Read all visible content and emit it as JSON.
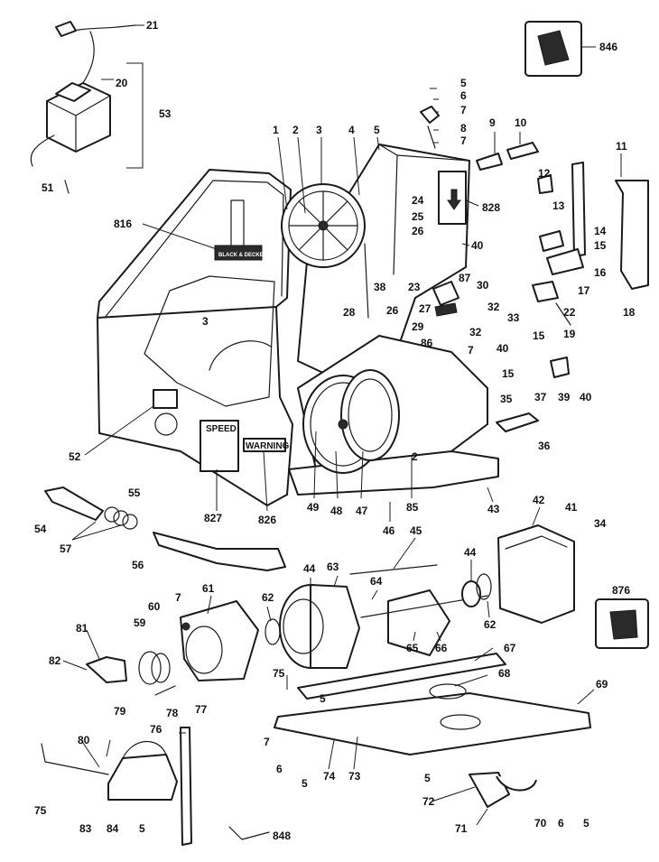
{
  "diagram": {
    "callouts": [
      "21",
      "20",
      "53",
      "51",
      "846",
      "5",
      "6",
      "7",
      "8",
      "7",
      "9",
      "10",
      "11",
      "12",
      "14",
      "13",
      "15",
      "16",
      "17",
      "18",
      "1",
      "2",
      "3",
      "4",
      "5",
      "816",
      "24",
      "25",
      "26",
      "828",
      "40",
      "38",
      "23",
      "28",
      "26",
      "87",
      "30",
      "27",
      "32",
      "29",
      "32",
      "33",
      "22",
      "15",
      "19",
      "86",
      "7",
      "40",
      "15",
      "3",
      "37",
      "39",
      "40",
      "35",
      "36",
      "52",
      "2",
      "827",
      "826",
      "49",
      "48",
      "47",
      "85",
      "43",
      "46",
      "55",
      "54",
      "57",
      "45",
      "42",
      "41",
      "34",
      "56",
      "44",
      "63",
      "64",
      "44",
      "62",
      "876",
      "60",
      "7",
      "61",
      "59",
      "62",
      "65",
      "66",
      "67",
      "81",
      "82",
      "79",
      "78",
      "77",
      "75",
      "68",
      "5",
      "69",
      "76",
      "80",
      "7",
      "6",
      "5",
      "74",
      "73",
      "5",
      "72",
      "75",
      "83",
      "84",
      "5",
      "848",
      "71",
      "70",
      "6",
      "5"
    ],
    "panel_labels": {
      "speed": "SPEED",
      "warning": "WARNING",
      "brand": "BLACK & DECKER"
    }
  }
}
